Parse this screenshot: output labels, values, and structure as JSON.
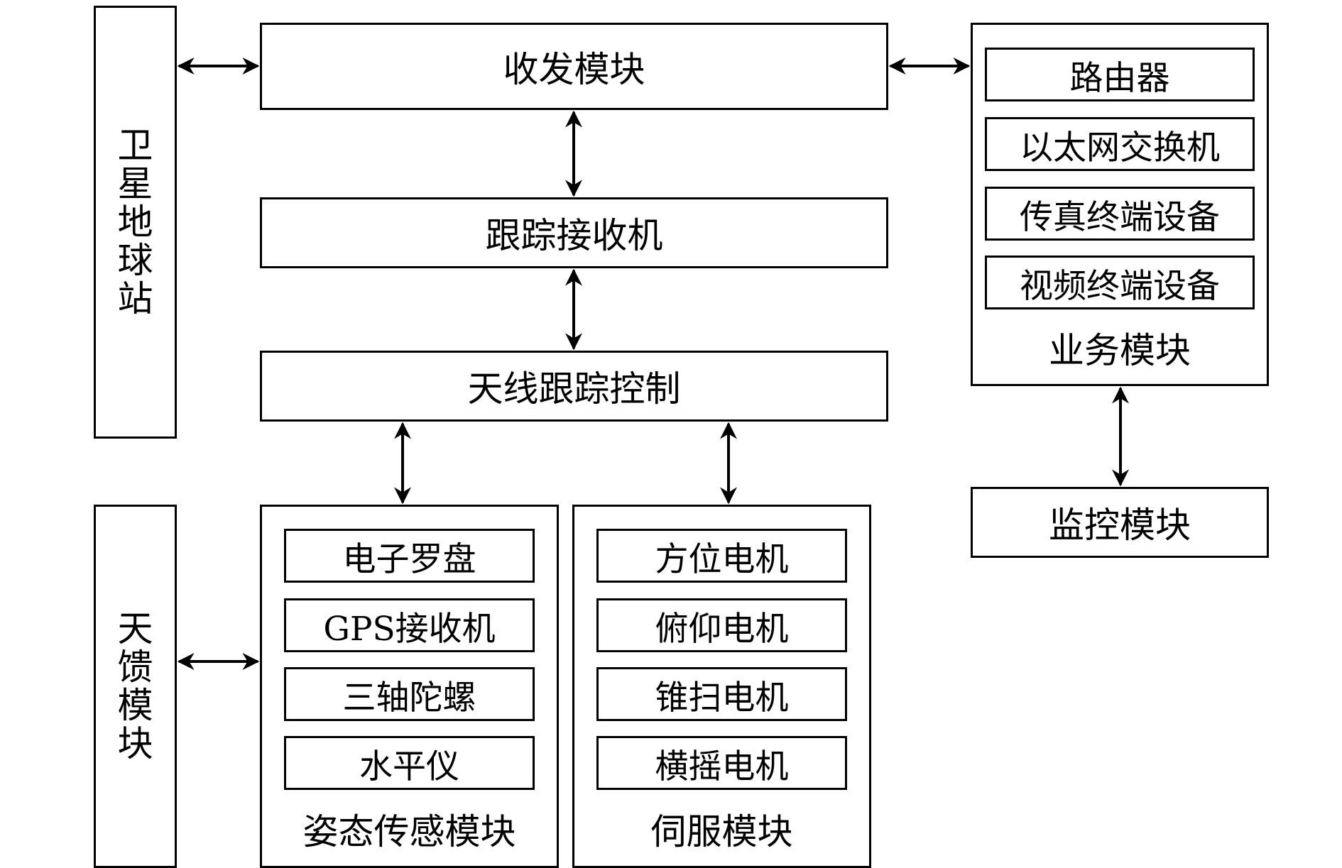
{
  "satellite_station": "卫星地球站",
  "transceiver": "收发模块",
  "tracking_receiver": "跟踪接收机",
  "antenna_tracking_control": "天线跟踪控制",
  "antenna_feed": "天馈模块",
  "business_module": {
    "title": "业务模块",
    "items": [
      "路由器",
      "以太网交换机",
      "传真终端设备",
      "视频终端设备"
    ]
  },
  "monitoring_module": "监控模块",
  "attitude_module": {
    "title": "姿态传感模块",
    "items": [
      "电子罗盘",
      "GPS接收机",
      "三轴陀螺",
      "水平仪"
    ]
  },
  "servo_module": {
    "title": "伺服模块",
    "items": [
      "方位电机",
      "俯仰电机",
      "锥扫电机",
      "横摇电机"
    ]
  }
}
